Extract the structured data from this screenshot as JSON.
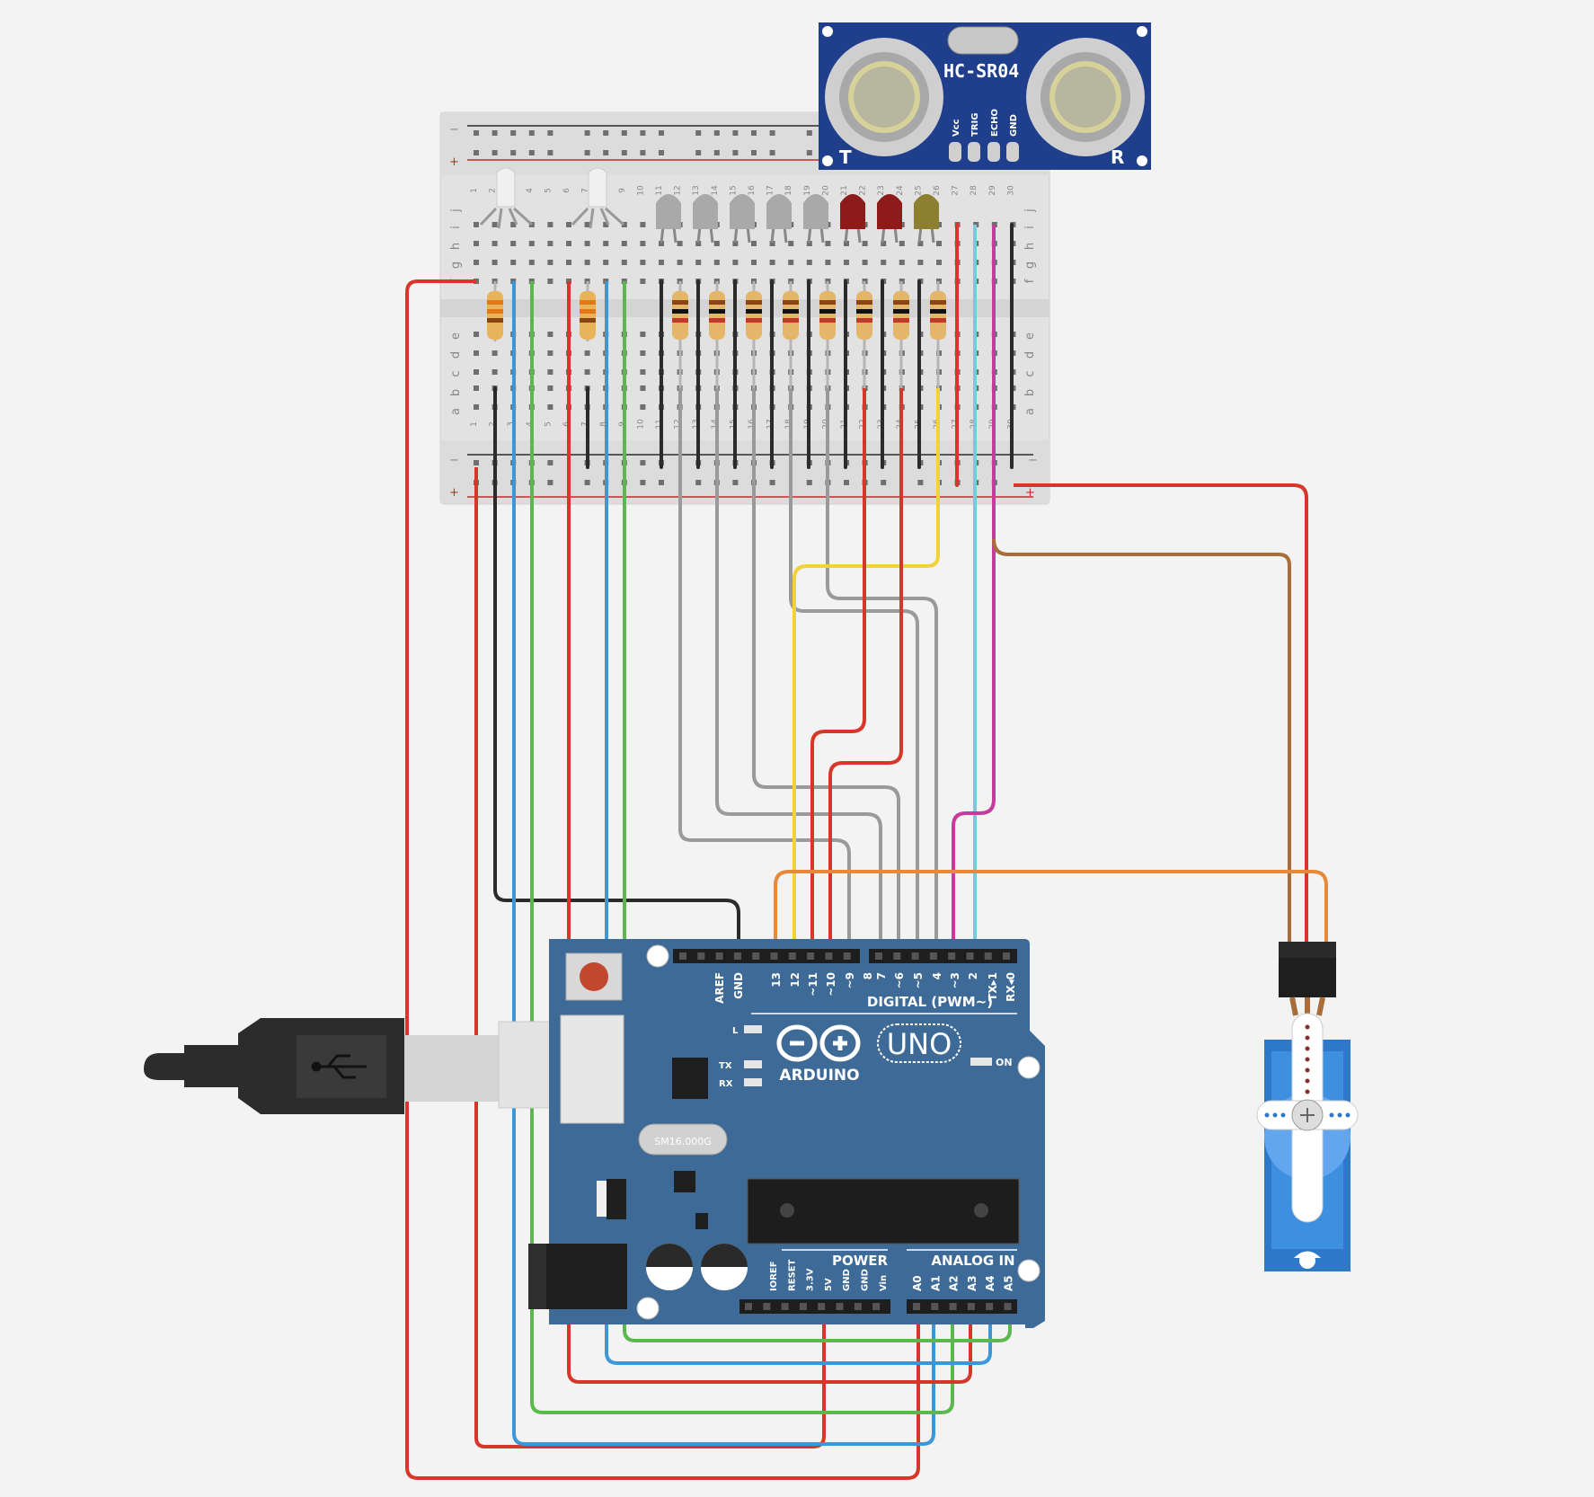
{
  "sensor": {
    "model": "HC-SR04",
    "pins": [
      "Vcc",
      "TRIG",
      "ECHO",
      "GND"
    ],
    "left_mark": "T",
    "right_mark": "R"
  },
  "breadboard": {
    "rail_minus": "−",
    "rail_plus": "+",
    "columns": [
      "1",
      "2",
      "3",
      "4",
      "5",
      "6",
      "7",
      "8",
      "9",
      "10",
      "11",
      "12",
      "13",
      "14",
      "15",
      "16",
      "17",
      "18",
      "19",
      "20",
      "21",
      "22",
      "23",
      "24",
      "25",
      "26",
      "27",
      "28",
      "29",
      "30"
    ],
    "rows_top": [
      "j",
      "i",
      "h",
      "g",
      "f"
    ],
    "rows_bottom": [
      "e",
      "d",
      "c",
      "b",
      "a"
    ]
  },
  "arduino": {
    "brand": "ARDUINO",
    "model": "UNO",
    "digital_title": "DIGITAL (PWM~)",
    "digital_pins": [
      "AREF",
      "GND",
      "13",
      "12",
      "~11",
      "~10",
      "~9",
      "8",
      "7",
      "~6",
      "~5",
      "4",
      "~3",
      "2",
      "TX▸1",
      "RX◂0"
    ],
    "power_title": "POWER",
    "power_pins": [
      "IOREF",
      "RESET",
      "3.3V",
      "5V",
      "GND",
      "GND",
      "Vin"
    ],
    "analog_title": "ANALOG IN",
    "analog_pins": [
      "A0",
      "A1",
      "A2",
      "A3",
      "A4",
      "A5"
    ],
    "led_labels": [
      "L",
      "TX",
      "RX"
    ],
    "on_label": "ON",
    "crystal": "SM16.000G"
  },
  "colors": {
    "wire_red": "#d7362a",
    "wire_black": "#2b2b2b",
    "wire_blue": "#3d96d6",
    "wire_green": "#5cb84e",
    "wire_gray": "#9a9a9a",
    "wire_yellow": "#f2d23a",
    "wire_cyan": "#7cc8d8",
    "wire_magenta": "#c63b9c",
    "wire_brown": "#a86d3a",
    "wire_orange": "#e6893a",
    "board_blue": "#3d6a96",
    "sensor_blue": "#1f3f8c"
  }
}
